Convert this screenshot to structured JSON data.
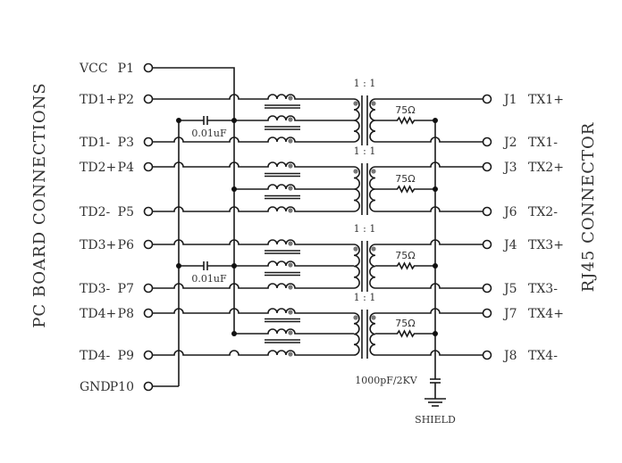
{
  "left_title": "PC BOARD CONNECTIONS",
  "right_title": "RJ45 CONNECTOR",
  "left_pins": [
    {
      "name": "VCC",
      "pin": "P1"
    },
    {
      "name": "TD1+",
      "pin": "P2"
    },
    {
      "name": "TD1-",
      "pin": "P3"
    },
    {
      "name": "TD2+",
      "pin": "P4"
    },
    {
      "name": "TD2-",
      "pin": "P5"
    },
    {
      "name": "TD3+",
      "pin": "P6"
    },
    {
      "name": "TD3-",
      "pin": "P7"
    },
    {
      "name": "TD4+",
      "pin": "P8"
    },
    {
      "name": "TD4-",
      "pin": "P9"
    },
    {
      "name": "GND",
      "pin": "P10"
    }
  ],
  "right_pins": [
    {
      "pin": "J1",
      "name": "TX1+"
    },
    {
      "pin": "J2",
      "name": "TX1-"
    },
    {
      "pin": "J3",
      "name": "TX2+"
    },
    {
      "pin": "J6",
      "name": "TX2-"
    },
    {
      "pin": "J4",
      "name": "TX3+"
    },
    {
      "pin": "J5",
      "name": "TX3-"
    },
    {
      "pin": "J7",
      "name": "TX4+"
    },
    {
      "pin": "J8",
      "name": "TX4-"
    }
  ],
  "transformer_ratio": "1 : 1",
  "capacitor_label": "0.01uF",
  "resistor_label": "75Ω",
  "hv_cap_label": "1000pF/2KV",
  "shield_label": "SHIELD",
  "colors": {
    "line": "#1a1a1a",
    "text": "#333333",
    "polarity_dot": "#777777"
  }
}
